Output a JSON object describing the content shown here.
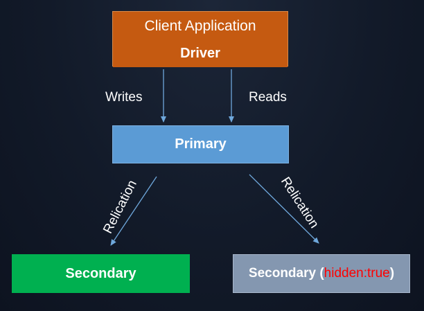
{
  "client": {
    "title": "Client Application",
    "driver": "Driver"
  },
  "edges": {
    "writes": "Writes",
    "reads": "Reads",
    "replication_left": "Relication",
    "replication_right": "Relication"
  },
  "nodes": {
    "primary": "Primary",
    "secondary": "Secondary",
    "hidden_secondary": "Secondary",
    "hidden_open": " (",
    "hidden_flag": "hidden:true",
    "hidden_close": ")"
  },
  "colors": {
    "client": "#c55a11",
    "primary": "#5b9bd5",
    "secondary": "#00b050",
    "hidden_secondary": "#8497b0",
    "hidden_flag": "#ff0000",
    "arrow": "#6fa8dc"
  }
}
